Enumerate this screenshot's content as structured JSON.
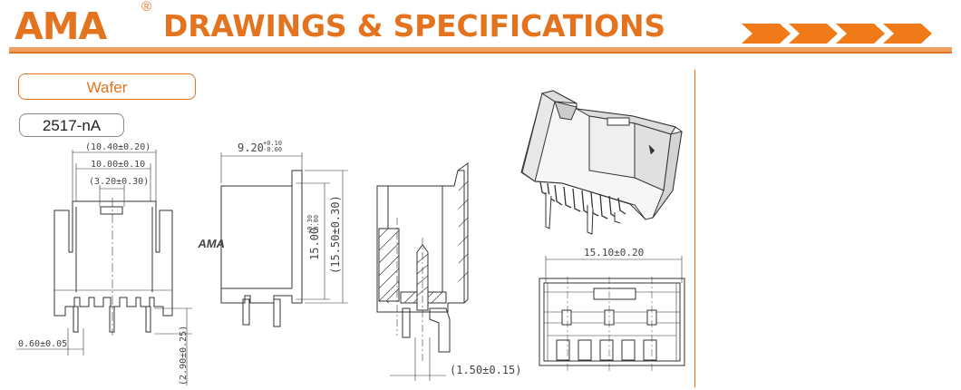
{
  "header": {
    "brand": "AMA",
    "registered": "®",
    "title": "DRAWINGS & SPECIFICATIONS",
    "accent_color": "#e3731f"
  },
  "category_label": "Wafer",
  "part_number": "2517-nA",
  "body_marking": "AMA",
  "dimensions": {
    "front_overall_width": "(10.40±0.20)",
    "front_body_width": "10.00±0.10",
    "latch_width": "(3.20±0.30)",
    "pin_width": "0.60±0.05",
    "pin_length": "(2.90±0.25)",
    "side_depth": "9.20",
    "side_depth_tol_plus": "+0.10",
    "side_depth_tol_minus": "-0.00",
    "side_height": "15.00",
    "side_height_tol_plus": "+0.30",
    "side_height_tol_minus": "-0.00",
    "side_overall_height": "(15.50±0.30)",
    "section_pitch": "(1.50±0.15)",
    "bottom_length": "15.10±0.20"
  },
  "icons": [
    "chevron-arrows-icon"
  ]
}
